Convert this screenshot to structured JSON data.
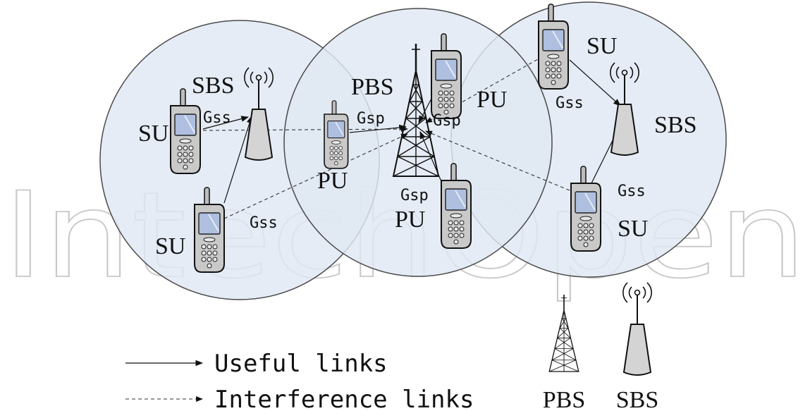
{
  "watermark": "IntechOpen",
  "cells": {
    "left": {
      "station_label": "SBS",
      "user_labels": [
        "SU",
        "SU"
      ]
    },
    "middle": {
      "station_label": "PBS",
      "user_labels": [
        "PU",
        "PU",
        "PU"
      ]
    },
    "right": {
      "station_label": "SBS",
      "user_labels": [
        "SU",
        "SU"
      ]
    }
  },
  "gain_labels": {
    "gss_left_top": "Gss",
    "gss_left_bottom": "Gss",
    "gsp_middle_left": "Gsp",
    "gsp_middle_right": "Gsp",
    "gsp_middle_bottom": "Gsp",
    "gss_right_top": "Gss",
    "gss_right_bottom": "Gss"
  },
  "legend": {
    "useful": "Useful links",
    "interference": "Interference links",
    "pbs_icon": "PBS",
    "sbs_icon": "SBS"
  },
  "colors": {
    "cell_fill": "#dfe8f3",
    "cell_stroke": "#4a4a4a",
    "watermark": "#c8c8c8",
    "phone_body": "#c9c9c9",
    "screen": "#aebfe0"
  }
}
